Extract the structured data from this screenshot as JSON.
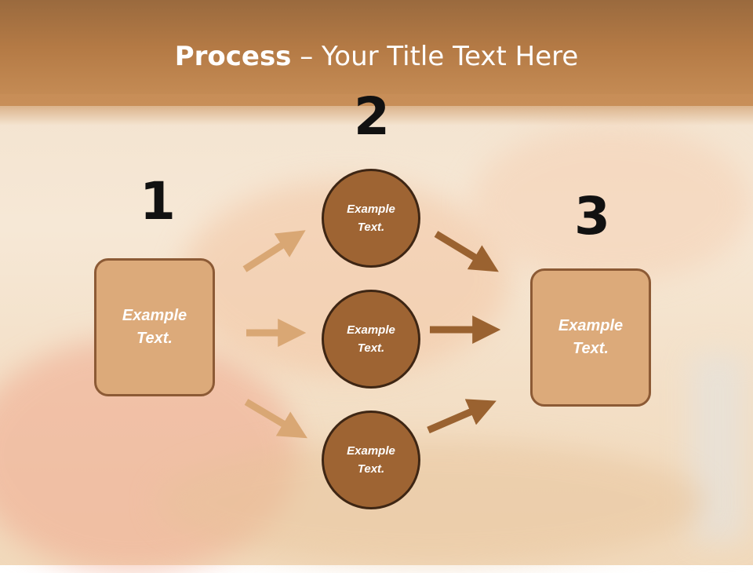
{
  "title": {
    "bold": "Process",
    "rest": " – Your Title Text Here"
  },
  "steps": {
    "one": {
      "number": "1",
      "text_line1": "Example",
      "text_line2": "Text."
    },
    "two": {
      "number": "2"
    },
    "three": {
      "number": "3",
      "text_line1": "Example",
      "text_line2": "Text."
    }
  },
  "circles": [
    {
      "line1": "Example",
      "line2": "Text."
    },
    {
      "line1": "Example",
      "line2": "Text."
    },
    {
      "line1": "Example",
      "line2": "Text."
    }
  ],
  "colors": {
    "title_bar": "#b47a45",
    "box_fill": "#dcaa7a",
    "box_border": "#8c5a35",
    "circle_fill": "#9e6433",
    "circle_border": "#3e2614",
    "arrow_light": "#d9a774",
    "arrow_dark": "#9a6230"
  }
}
